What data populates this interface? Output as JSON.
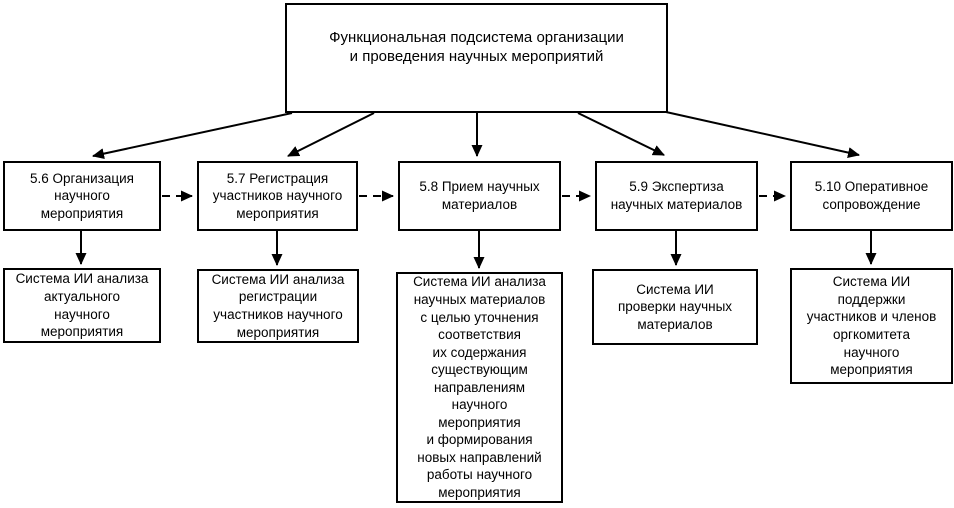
{
  "diagram": {
    "title": "Функциональная подсистема организации и проведения научных мероприятий",
    "root": {
      "label": "Функциональная подсистема организации\nи проведения научных мероприятий"
    },
    "functions": [
      {
        "id": "5.6",
        "label": "5.6 Организация\nнаучного\nмероприятия",
        "system": "Система ИИ анализа\nактуального\nнаучного\nмероприятия"
      },
      {
        "id": "5.7",
        "label": "5.7 Регистрация\nучастников научного\nмероприятия",
        "system": "Система ИИ анализа\nрегистрации\nучастников научного\nмероприятия"
      },
      {
        "id": "5.8",
        "label": "5.8 Прием научных\nматериалов",
        "system": "Система ИИ анализа\nнаучных материалов\nс целью уточнения\nсоответствия\nих содержания\nсуществующим\nнаправлениям\nнаучного\nмероприятия\nи формирования\nновых направлений\nработы научного\nмероприятия"
      },
      {
        "id": "5.9",
        "label": "5.9 Экспертиза\nнаучных материалов",
        "system": "Система ИИ\nпроверки научных\nматериалов"
      },
      {
        "id": "5.10",
        "label": "5.10 Оперативное\nсопровождение",
        "system": "Система ИИ\nподдержки\nучастников и членов\nоргкомитета\nнаучного\nмероприятия"
      }
    ],
    "edges": {
      "root_to_functions": [
        "5.6",
        "5.7",
        "5.8",
        "5.9",
        "5.10"
      ],
      "sequence_dashed": [
        [
          "5.6",
          "5.7"
        ],
        [
          "5.7",
          "5.8"
        ],
        [
          "5.8",
          "5.9"
        ],
        [
          "5.9",
          "5.10"
        ]
      ],
      "function_to_system": [
        "5.6",
        "5.7",
        "5.8",
        "5.9",
        "5.10"
      ]
    },
    "colors": {
      "line": "#000000",
      "border": "#000000",
      "background": "#ffffff",
      "text": "#000000"
    }
  }
}
